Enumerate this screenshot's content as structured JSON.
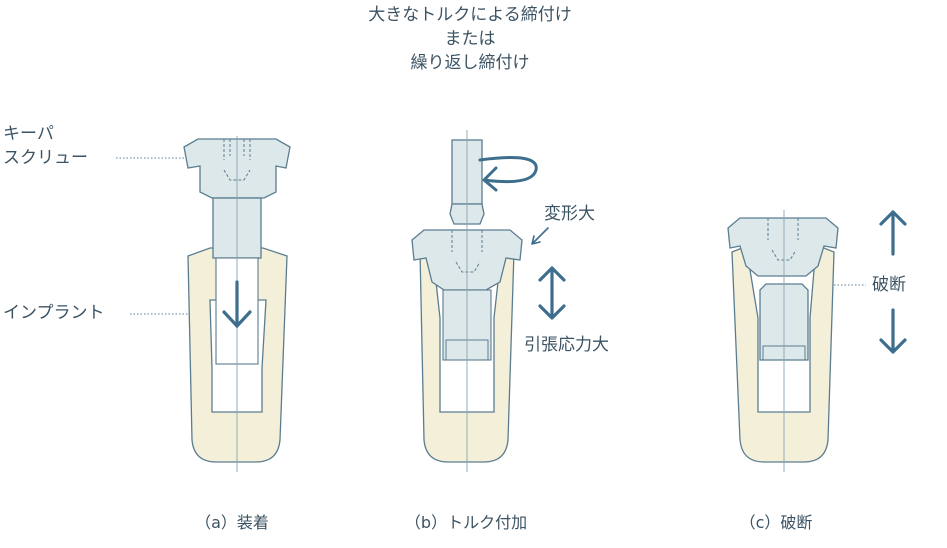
{
  "header": {
    "line1": "大きなトルクによる締付け",
    "line2": "または",
    "line3": "繰り返し締付け"
  },
  "labels": {
    "keeper_screw_line1": "キーパ",
    "keeper_screw_line2": "スクリュー",
    "implant": "インプラント",
    "large_deformation": "変形大",
    "large_tensile_stress": "引張応力大",
    "fracture": "破断"
  },
  "captions": {
    "a": "（a）装着",
    "b": "（b）トルク付加",
    "c": "（c）破断"
  },
  "colors": {
    "implant_fill": "#f3efd9",
    "screw_fill": "#dde8eb",
    "outline": "#5b7d90",
    "arrow": "#3e6e8e",
    "text": "#3c5363"
  }
}
